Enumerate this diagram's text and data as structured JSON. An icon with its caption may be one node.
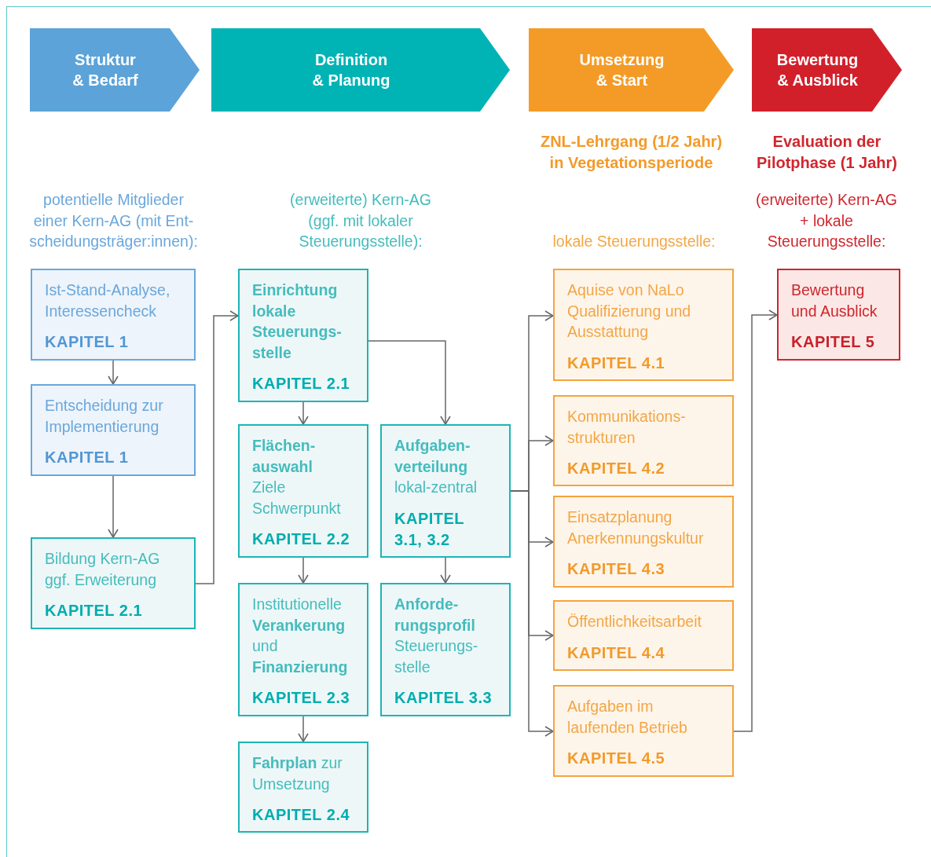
{
  "diagram": {
    "nodes": [
      {
        "text": [
          "Struktur & Bedarf"
        ]
      },
      {
        "text": [
          "Definition & Planung"
        ]
      },
      {
        "text": [
          "Umsetzung & Start"
        ]
      },
      {
        "text": [
          "Bewertung & Ausblick"
        ]
      },
      {
        "text": [
          "Ist-Stand-Analyse, Interessencheck",
          "KAPITEL 1"
        ]
      },
      {
        "text": [
          "Entscheidung zur Implementierung",
          "KAPITEL 1"
        ]
      },
      {
        "text": [
          "Bildung Kern-AG ggf. Erweiterung",
          "KAPITEL 2.1"
        ]
      },
      {
        "text": [
          "Einrichtung lokale Steuerungs- stelle",
          "KAPITEL 2.1"
        ]
      },
      {
        "text": [
          "**Flächen- auswahl** Ziele Schwerpunkt",
          "KAPITEL 2.2"
        ]
      },
      {
        "text": [
          "Institutionelle **Verankerung** und **Finanzierung**",
          "KAPITEL 2.3"
        ]
      },
      {
        "text": [
          "**Fahrplan** zur Umsetzung",
          "KAPITEL 2.4"
        ]
      },
      {
        "text": [
          "**Aufgaben- verteilung** lokal-zentral",
          "KAPITEL 3.1, 3.2"
        ]
      },
      {
        "text": [
          "**Anforde- rungsprofil** Steuerungs- stelle",
          "KAPITEL 3.3"
        ]
      },
      {
        "text": [
          "Aquise von NaLo Qualifizierung und Ausstattung",
          "KAPITEL 4.1"
        ]
      },
      {
        "text": [
          "Kommunikations- strukturen",
          "KAPITEL 4.2"
        ]
      },
      {
        "text": [
          "Einsatzplanung Anerkennungskultur",
          "KAPITEL 4.3"
        ]
      },
      {
        "text": [
          "Öffentlichkeitsarbeit",
          "KAPITEL 4.4"
        ]
      },
      {
        "text": [
          "Aufgaben im laufenden Betrieb",
          "KAPITEL 4.5"
        ]
      },
      {
        "text": [
          "Bewertung und Ausblick",
          "KAPITEL 5"
        ]
      }
    ],
    "edges": [
      {
        "from": 4,
        "to": 5,
        "arrow": "to"
      },
      {
        "from": 5,
        "to": 6,
        "arrow": "to"
      },
      {
        "from": 6,
        "to": 7,
        "arrow": "to"
      },
      {
        "from": 7,
        "to": 8,
        "arrow": "to"
      },
      {
        "from": 7,
        "to": 11,
        "arrow": "to"
      },
      {
        "from": 8,
        "to": 9,
        "arrow": "to"
      },
      {
        "from": 9,
        "to": 10,
        "arrow": "to"
      },
      {
        "from": 11,
        "to": 12,
        "arrow": "to"
      },
      {
        "from": 11,
        "to": 13,
        "arrow": "to"
      },
      {
        "from": 11,
        "to": 14,
        "arrow": "to"
      },
      {
        "from": 11,
        "to": 15,
        "arrow": "to"
      },
      {
        "from": 11,
        "to": 16,
        "arrow": "to"
      },
      {
        "from": 11,
        "to": 17,
        "arrow": "to"
      },
      {
        "from": 17,
        "to": 18,
        "arrow": "to"
      }
    ],
    "labels": [
      "ZNL-Lehrgang (1/2 Jahr) in Vegetationsperiode",
      "Evaluation der Pilotphase (1 Jahr)",
      "potentielle Mitglieder einer Kern-AG (mit Ent- scheidungsträger:innen):",
      "(erweiterte) Kern-AG (ggf. mit lokaler Steuerungsstelle):",
      "lokale Steuerungsstelle:",
      "(erweiterte) Kern-AG + lokale Steuerungsstelle:"
    ]
  }
}
